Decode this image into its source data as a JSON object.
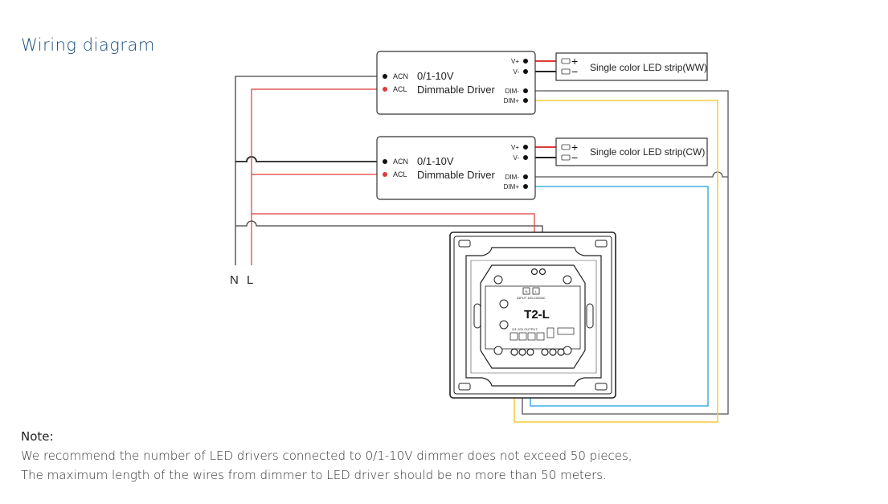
{
  "title": "Wiring diagram",
  "drivers": [
    {
      "name_line1": "0/1-10V",
      "name_line2": "Dimmable Driver",
      "acn": "ACN",
      "acl": "ACL",
      "v_plus": "V+",
      "v_minus": "V-",
      "dim_minus": "DIM-",
      "dim_plus": "DIM+",
      "strip": {
        "label": "Single color LED strip(WW)",
        "plus": "+",
        "minus": "−"
      }
    },
    {
      "name_line1": "0/1-10V",
      "name_line2": "Dimmable Driver",
      "acn": "ACN",
      "acl": "ACL",
      "v_plus": "V+",
      "v_minus": "V-",
      "dim_minus": "DIM-",
      "dim_plus": "DIM+",
      "strip": {
        "label": "Single color LED strip(CW)",
        "plus": "+",
        "minus": "−"
      }
    }
  ],
  "mains": {
    "neutral": "N",
    "live": "L"
  },
  "dimmer": {
    "model": "T2-L",
    "input_label": "INPUT  100-240VAC",
    "output_label": "0/1-10V OUTPUT",
    "terminal_n": "N",
    "terminal_l": "L"
  },
  "wire_colors": {
    "black": "#222222",
    "red": "#e03a3a",
    "yellow": "#f2cc3a",
    "blue": "#3fb0e0",
    "grey": "#555555"
  },
  "note": {
    "heading": "Note:",
    "line1": "We recommend the number of LED drivers connected to 0/1-10V dimmer does not exceed 50 pieces,",
    "line2": "The maximum length of the wires from dimmer to LED driver should be no more than 50 meters."
  }
}
